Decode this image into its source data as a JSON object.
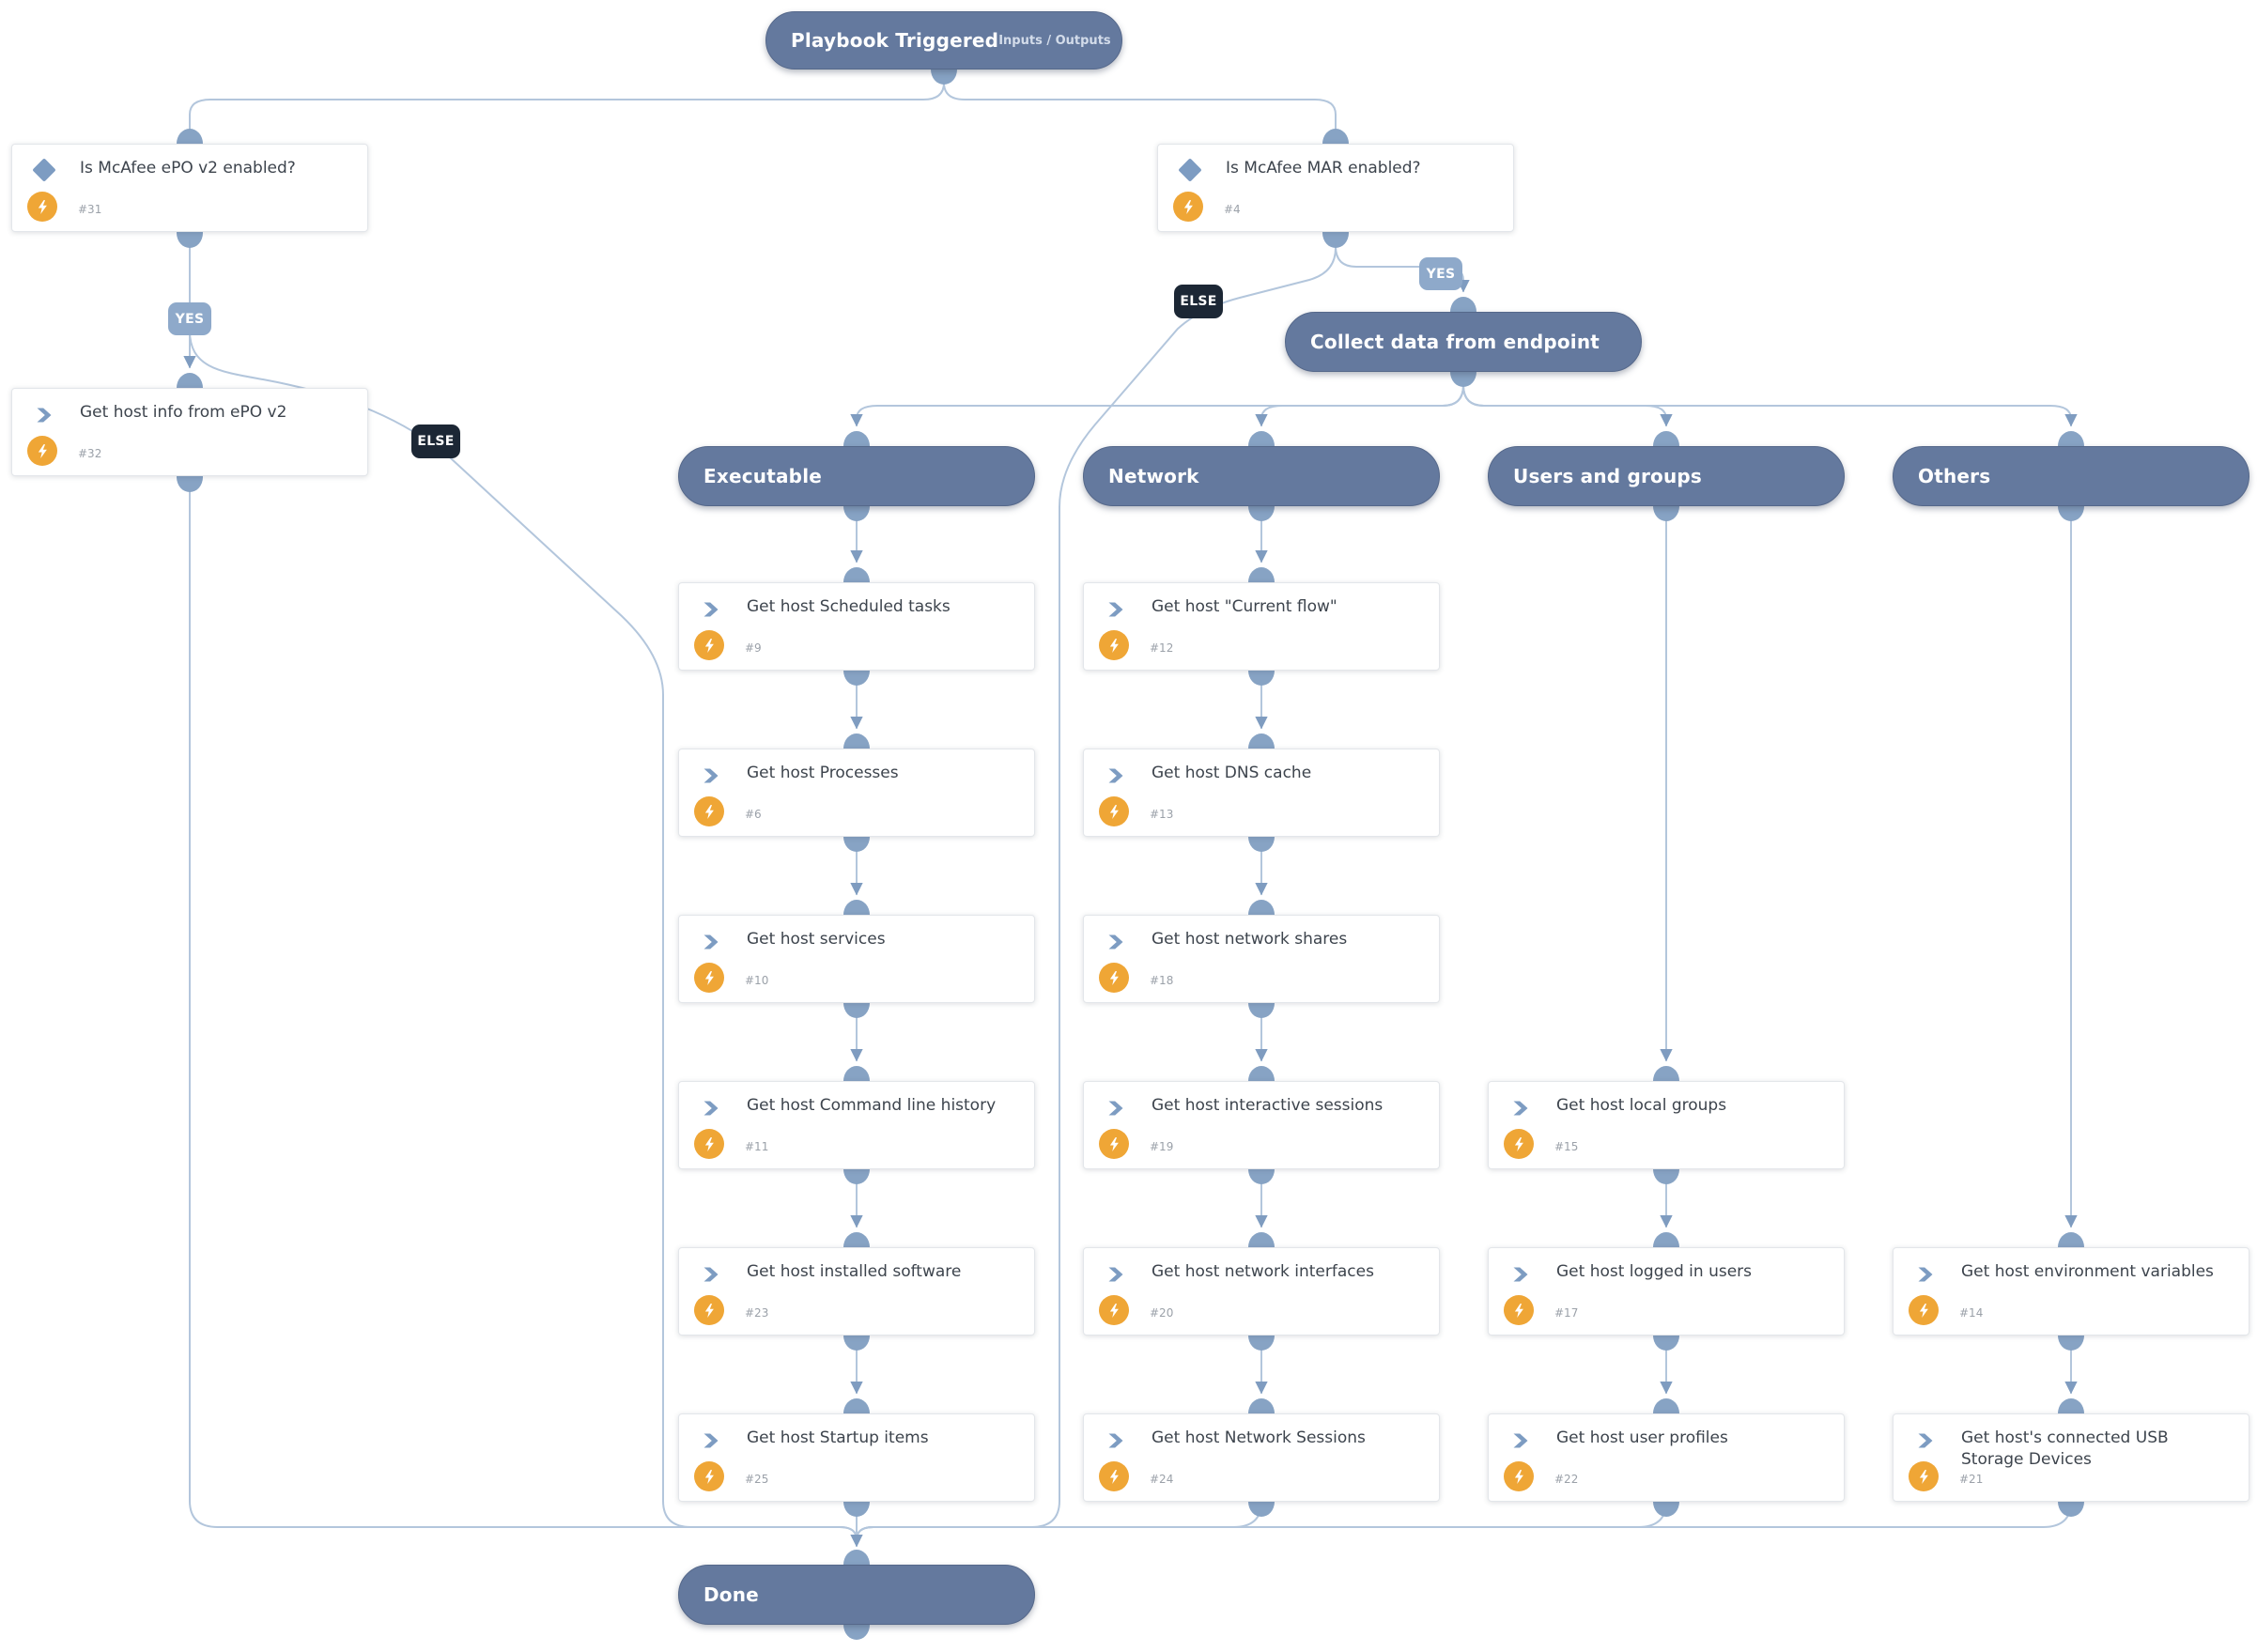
{
  "app": {
    "trigger_title": "Playbook Triggered",
    "trigger_link": "Inputs / Outputs",
    "section_title": "Collect data from endpoint",
    "done_title": "Done"
  },
  "branch_labels": {
    "yes": "YES",
    "else": "ELSE"
  },
  "conditions": [
    {
      "title": "Is McAfee ePO v2 enabled?",
      "number": "#31"
    },
    {
      "title": "Is McAfee MAR enabled?",
      "number": "#4"
    }
  ],
  "pre_task": {
    "title": "Get host info from ePO v2",
    "number": "#32"
  },
  "columns": [
    {
      "title": "Executable",
      "tasks": [
        {
          "title": "Get host Scheduled tasks",
          "number": "#9"
        },
        {
          "title": "Get host Processes",
          "number": "#6"
        },
        {
          "title": "Get host services",
          "number": "#10"
        },
        {
          "title": "Get host Command line history",
          "number": "#11"
        },
        {
          "title": "Get host installed software",
          "number": "#23"
        },
        {
          "title": "Get host Startup items",
          "number": "#25"
        }
      ]
    },
    {
      "title": "Network",
      "tasks": [
        {
          "title": "Get host \"Current flow\"",
          "number": "#12"
        },
        {
          "title": "Get host DNS cache",
          "number": "#13"
        },
        {
          "title": "Get host network shares",
          "number": "#18"
        },
        {
          "title": "Get host interactive sessions",
          "number": "#19"
        },
        {
          "title": "Get host network interfaces",
          "number": "#20"
        },
        {
          "title": "Get host Network Sessions",
          "number": "#24"
        }
      ]
    },
    {
      "title": "Users and groups",
      "tasks": [
        {
          "title": "Get host local groups",
          "number": "#15"
        },
        {
          "title": "Get host logged in users",
          "number": "#17"
        },
        {
          "title": "Get host user profiles",
          "number": "#22"
        }
      ]
    },
    {
      "title": "Others",
      "tasks": [
        {
          "title": "Get host environment variables",
          "number": "#14"
        },
        {
          "title": "Get host's connected USB Storage Devices",
          "number": "#21"
        }
      ]
    }
  ],
  "icons": {
    "condition": "diamond-icon",
    "task": "chevron-icon",
    "automation": "lightning-bolt-icon"
  },
  "colors": {
    "pill": "#64799e",
    "edge": "#b3c6dc",
    "dot": "#87a3c4",
    "yes_badge": "#8ea9ca",
    "else_badge": "#1c2735",
    "bolt": "#efa636",
    "icon_blue": "#7d9cc2"
  }
}
